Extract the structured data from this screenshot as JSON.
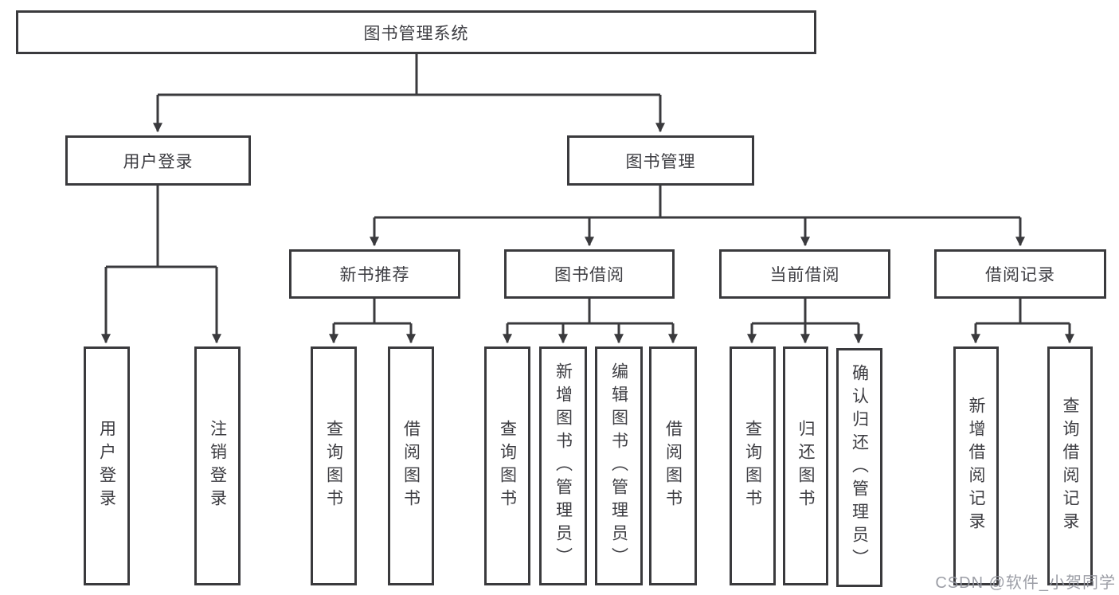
{
  "diagram": {
    "kind": "functional-structure-tree",
    "watermark": "CSDN @软件_小贺同学",
    "colors": {
      "line": "#3a3a3d",
      "text": "#3d3d42",
      "background": "#ffffff",
      "watermark": "#94969e"
    }
  },
  "tree": {
    "root": {
      "label": "图书管理系统",
      "children": [
        {
          "label": "用户登录",
          "children": [
            {
              "label": "用户登录"
            },
            {
              "label": "注销登录"
            }
          ]
        },
        {
          "label": "图书管理",
          "children": [
            {
              "label": "新书推荐",
              "children": [
                {
                  "label": "查询图书"
                },
                {
                  "label": "借阅图书"
                }
              ]
            },
            {
              "label": "图书借阅",
              "children": [
                {
                  "label": "查询图书"
                },
                {
                  "label": "新增图书（管理员）"
                },
                {
                  "label": "编辑图书（管理员）"
                },
                {
                  "label": "借阅图书"
                }
              ]
            },
            {
              "label": "当前借阅",
              "children": [
                {
                  "label": "查询图书"
                },
                {
                  "label": "归还图书"
                },
                {
                  "label": "确认归还（管理员）"
                }
              ]
            },
            {
              "label": "借阅记录",
              "children": [
                {
                  "label": "新增借阅记录"
                },
                {
                  "label": "查询借阅记录"
                }
              ]
            }
          ]
        }
      ]
    }
  }
}
